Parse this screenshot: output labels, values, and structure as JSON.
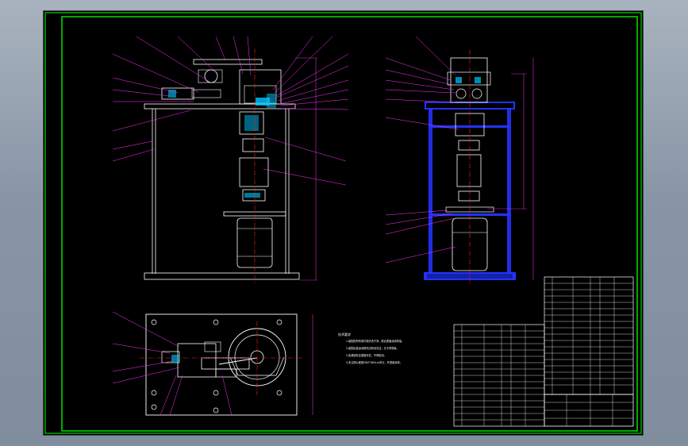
{
  "drawing": {
    "colors": {
      "background": "#000000",
      "border": "#00d400",
      "outline": "#ffffff",
      "leader": "#ff33ff",
      "centerline": "#ff2020",
      "frame_blue": "#2233ff",
      "dimension": "#ff33ff",
      "hatch": "#00c8ff"
    },
    "notes_title": "技术要求",
    "notes": [
      "1.装配前所有零件需清洗干净，配合表面涂润滑油。",
      "2.装配后各运动部件应转动灵活，无卡滞现象。",
      "3.各紧固件应紧固可靠，不得松动。",
      "4.未注明公差按GB/T1804-m执行，外表面涂漆。"
    ]
  }
}
